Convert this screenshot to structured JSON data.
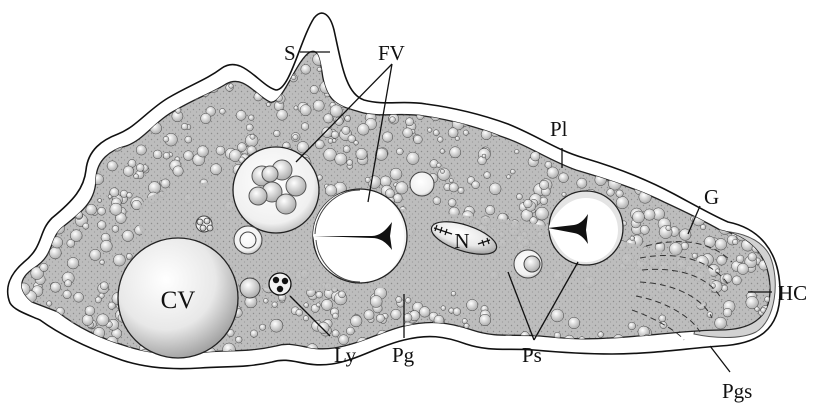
{
  "figure": {
    "labels": {
      "s": "S",
      "fv": "FV",
      "pl": "Pl",
      "g": "G",
      "hc": "HC",
      "pgs": "Pgs",
      "ps": "Ps",
      "pg": "Pg",
      "ly": "Ly",
      "cv": "CV",
      "n": "N"
    }
  },
  "colors": {
    "outline": "#111111",
    "cytoplasm": "#b9b9b9",
    "ectoplasm": "#e9e9e9",
    "hyaline_cap": "#d2d2d2",
    "vacuole_light": "#fdfdfd",
    "vacuole_dark": "#8a8a8a"
  }
}
